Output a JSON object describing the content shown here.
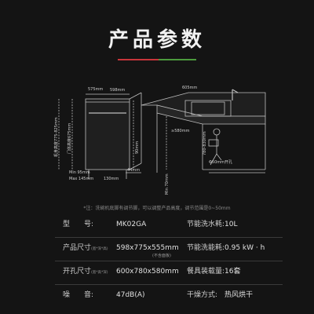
{
  "page": {
    "title": "产品参数",
    "accent_colors": [
      "#c8353a",
      "#4c9b3d"
    ]
  },
  "diagram": {
    "left": {
      "width_top": "575mm",
      "width_inner": "598mm",
      "height_label": "机身高度775-825mm",
      "door_label": "门体高度675mm",
      "bottom_label": "90mm",
      "min_label": "Min 95mm",
      "max_label": "Max 145mm",
      "depth_label": "130mm",
      "foot_label": "44mm"
    },
    "right": {
      "width_label": "605mm",
      "depth_label": "≥580mm",
      "hole_label": "Φ50mm开孔",
      "height_label": "780-830mm",
      "min_label": "Min 70mm"
    }
  },
  "note": "*注：洗碗机底脚有调节脚，可以调整产品高度，调节范围是0~50mm",
  "specs": [
    {
      "left_label": "型　　号:",
      "left_value": "MK02GA",
      "right_label": "节能洗水耗:",
      "right_value": "10L"
    },
    {
      "left_label": "产品尺寸",
      "left_sub": "(宽*深*高)",
      "left_value": "598x775x555mm",
      "left_value_sub": "(不含面板)",
      "right_label": "节能洗能耗:",
      "right_value": "0.95 kW · h"
    },
    {
      "left_label": "开孔尺寸",
      "left_sub": "(宽*高*深)",
      "left_value": "600x780x580mm",
      "right_label": "餐具装载量:",
      "right_value": "16套"
    },
    {
      "left_label": "噪　　音:",
      "left_value": "47dB(A)",
      "right_label": "干燥方式:",
      "right_value": "热风烘干"
    }
  ]
}
